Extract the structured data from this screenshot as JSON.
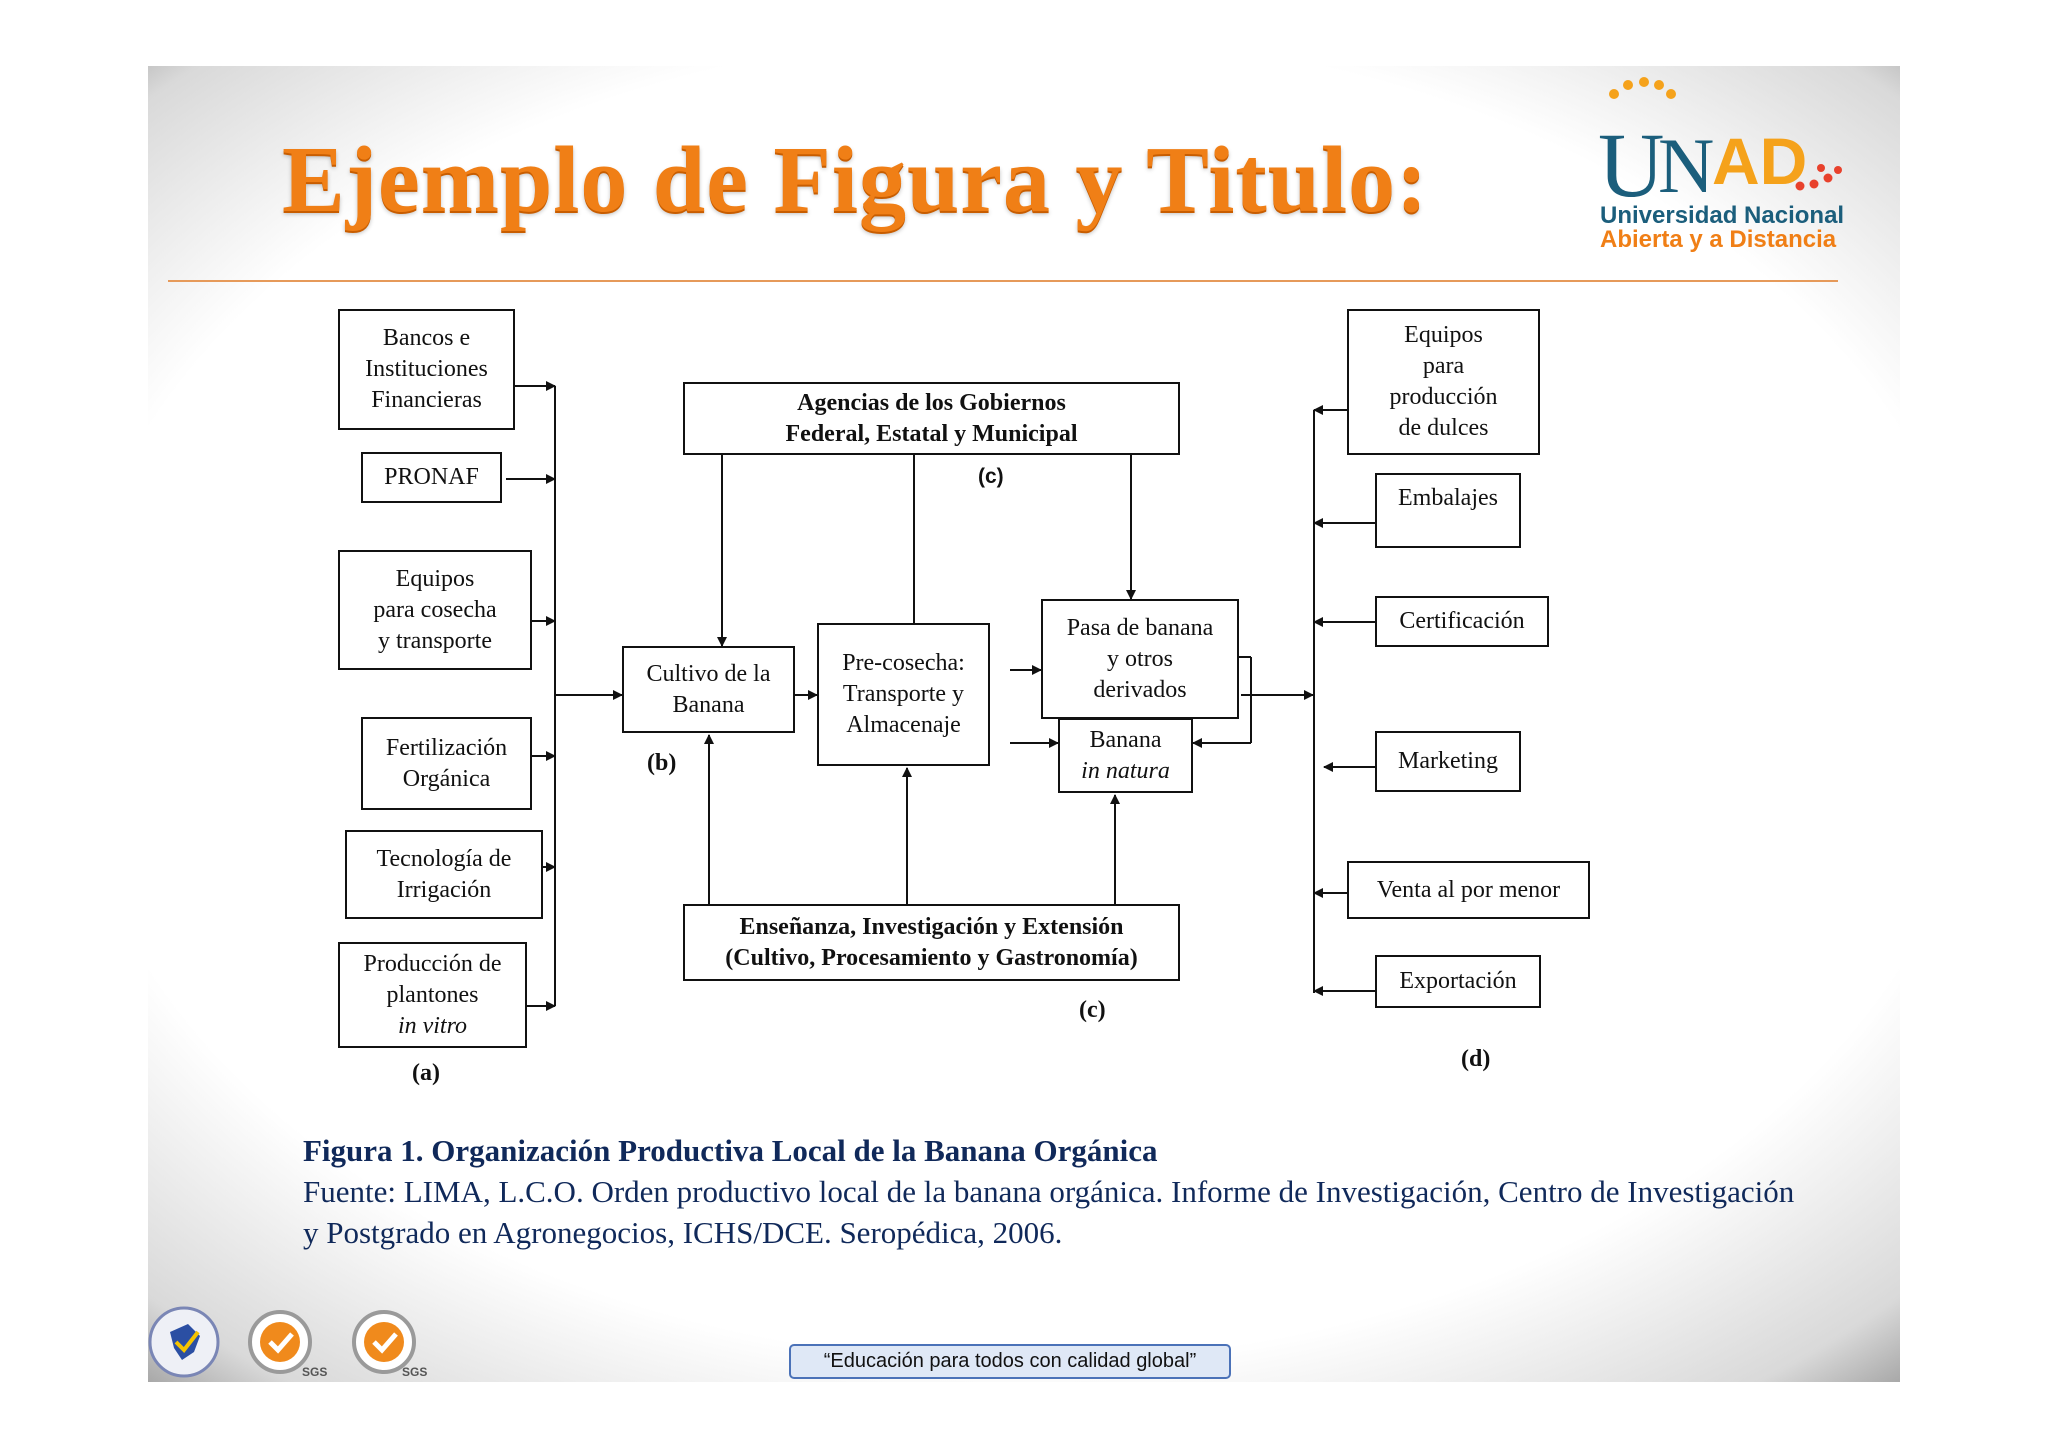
{
  "slide": {
    "title": "Ejemplo de Figura y Titulo:",
    "logo": {
      "brand_u": "U",
      "brand_n": "N",
      "brand_ad": "AD",
      "line1": "Universidad Nacional",
      "line2": "Abierta y a Distancia",
      "colors": {
        "teal": "#1b5e7c",
        "orange": "#f5a21b",
        "red": "#e8412c"
      }
    },
    "accent_color": "#f07f16"
  },
  "diagram": {
    "left_boxes": [
      {
        "text": "Bancos e\nInstituciones\nFinancieras"
      },
      {
        "text": "PRONAF"
      },
      {
        "text": "Equipos\npara cosecha\ny transporte"
      },
      {
        "text": "Fertilización\nOrgánica"
      },
      {
        "text": "Tecnología de\nIrrigación"
      },
      {
        "text": "Producción de\nplantones",
        "italic": "in vitro"
      }
    ],
    "agencias": "Agencias de los Gobiernos\nFederal, Estatal y Municipal",
    "cultivo": "Cultivo de la\nBanana",
    "precosecha": "Pre-cosecha:\nTransporte y\nAlmacenaje",
    "pasa": "Pasa de banana\ny otros\nderivados",
    "banana": "Banana",
    "banana_italic": "in natura",
    "ensenanza": "Enseñanza, Investigación y Extensión\n(Cultivo, Procesamiento y Gastronomía)",
    "right_boxes": [
      {
        "text": "Equipos\npara\nproducción\nde dulces"
      },
      {
        "text": "Embalajes"
      },
      {
        "text": "Certificación"
      },
      {
        "text": "Marketing"
      },
      {
        "text": "Venta al por menor"
      },
      {
        "text": "Exportación"
      }
    ],
    "labels": {
      "a": "(a)",
      "b": "(b)",
      "c_top": "(c)",
      "c_bottom": "(c)",
      "d": "(d)"
    }
  },
  "caption": {
    "title": "Figura 1. Organización Productiva Local de la Banana Orgánica",
    "source": "Fuente: LIMA, L.C.O. Orden productivo local de la banana orgánica. Informe de Investigación, Centro de Investigación y Postgrado en Agronegocios, ICHS/DCE. Seropédica, 2006."
  },
  "footer": {
    "motto": "“Educación para todos con calidad global”",
    "cert_labels": [
      "SGS",
      "SGS"
    ]
  }
}
